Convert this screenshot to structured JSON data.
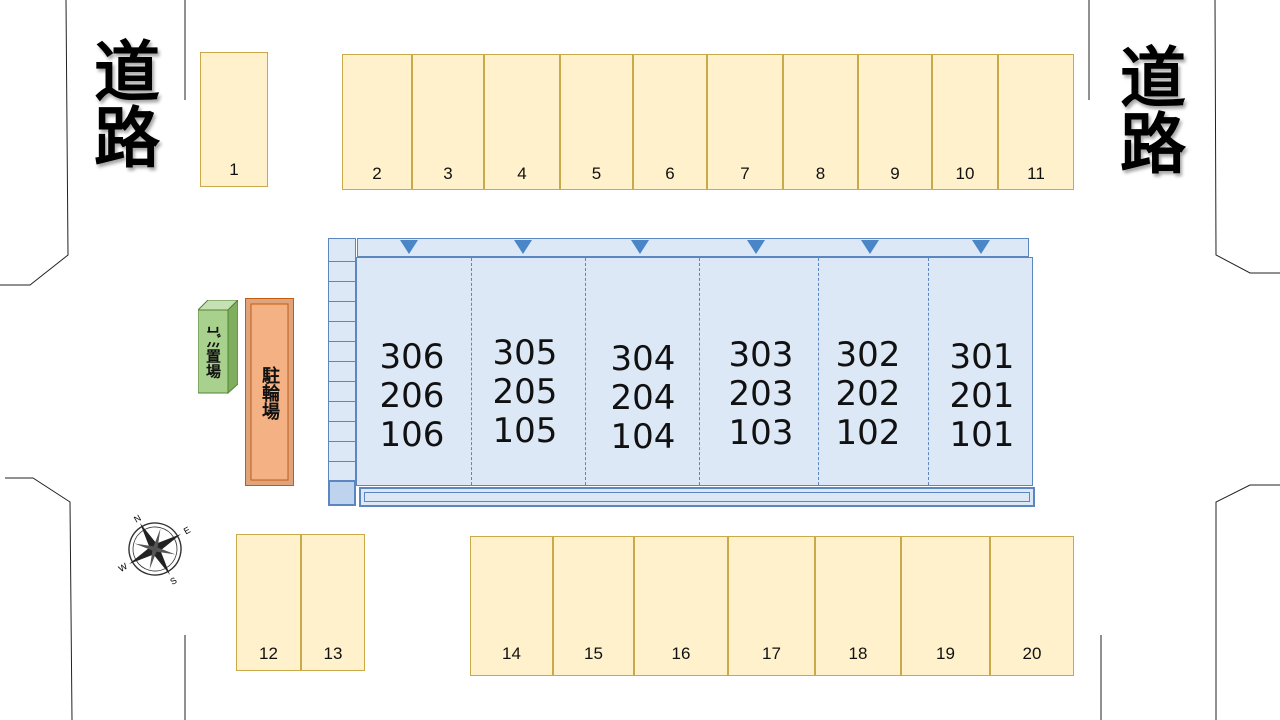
{
  "road_labels": {
    "left": "道路",
    "right": "道路"
  },
  "parking": {
    "top_left": [
      "1"
    ],
    "top_row": [
      "2",
      "3",
      "4",
      "5",
      "6",
      "7",
      "8",
      "9",
      "10",
      "11"
    ],
    "bottom_left": [
      "12",
      "13"
    ],
    "bottom_row": [
      "14",
      "15",
      "16",
      "17",
      "18",
      "19",
      "20"
    ]
  },
  "building": {
    "units": [
      {
        "floors": [
          "306",
          "206",
          "106"
        ]
      },
      {
        "floors": [
          "305",
          "205",
          "105"
        ]
      },
      {
        "floors": [
          "304",
          "204",
          "104"
        ]
      },
      {
        "floors": [
          "303",
          "203",
          "103"
        ]
      },
      {
        "floors": [
          "302",
          "202",
          "102"
        ]
      },
      {
        "floors": [
          "301",
          "201",
          "101"
        ]
      }
    ]
  },
  "facilities": {
    "garbage": "ｺﾞﾐ置場",
    "bicycle": "駐輪場"
  },
  "compass": {
    "n": "N",
    "e": "E",
    "s": "S",
    "w": "W"
  },
  "colors": {
    "parking_fill": "#fff1cc",
    "building_fill": "#dce8f6",
    "garbage_fill": "#a9d18e",
    "bicycle_fill": "#f4b183"
  }
}
